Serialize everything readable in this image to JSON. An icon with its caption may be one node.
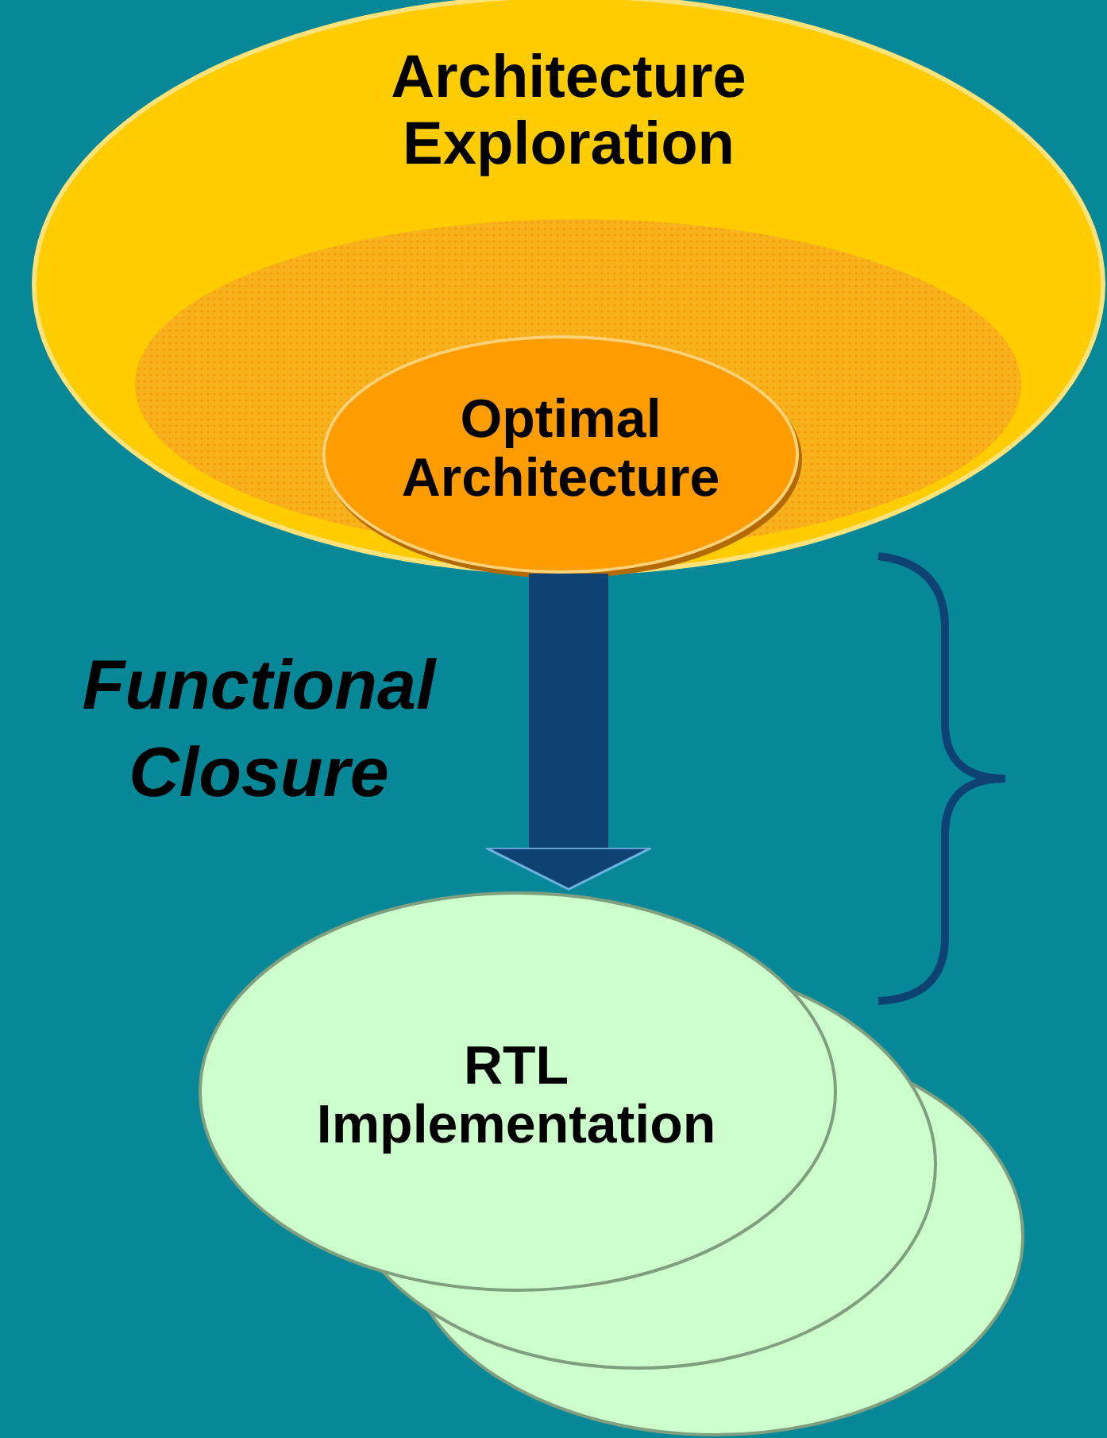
{
  "diagram": {
    "nodes": [
      {
        "text": [
          "Architecture Exploration"
        ]
      },
      {
        "text": [
          "Optimal Architecture"
        ],
        "in": 0
      },
      {
        "text": [
          "RTL Implementation"
        ]
      }
    ],
    "edges": [
      {
        "from": 1,
        "to": 2,
        "arrow": "to",
        "label": "Functional Closure",
        "color": "#0d4273"
      }
    ]
  }
}
